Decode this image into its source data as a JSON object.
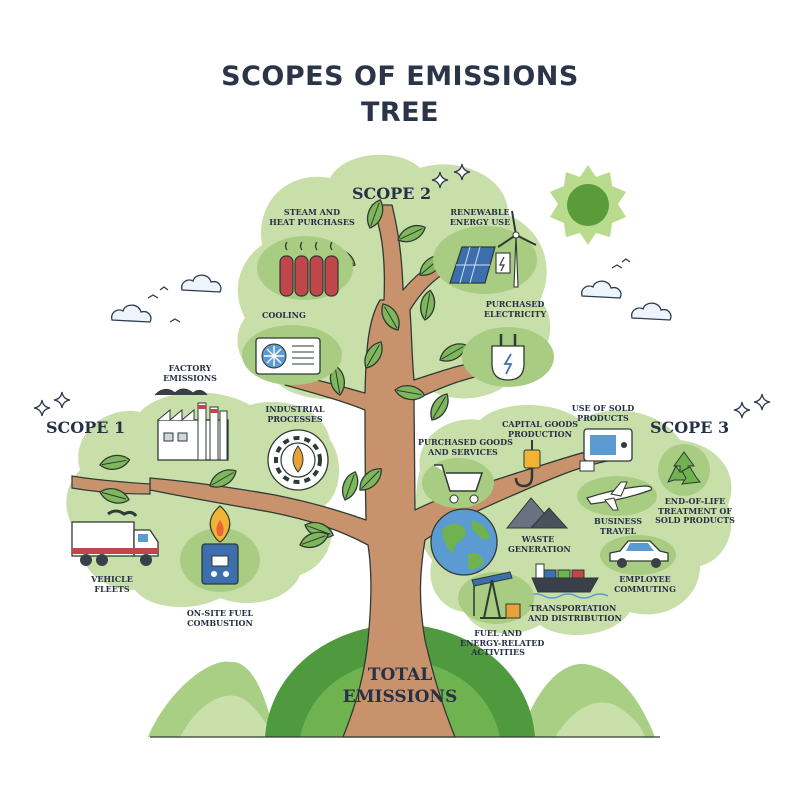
{
  "title": {
    "line1": "SCOPES OF EMISSIONS",
    "line2": "TREE"
  },
  "trunk_label": {
    "line1": "TOTAL",
    "line2": "EMISSIONS"
  },
  "scopes": {
    "scope1": {
      "title": "SCOPE 1",
      "items": {
        "factory_emissions": [
          "FACTORY",
          "EMISSIONS"
        ],
        "industrial_processes": [
          "INDUSTRIAL",
          "PROCESSES"
        ],
        "vehicle_fleets": [
          "VEHICLE",
          "FLEETS"
        ],
        "onsite_fuel": [
          "ON-SITE FUEL",
          "COMBUSTION"
        ]
      }
    },
    "scope2": {
      "title": "SCOPE 2",
      "items": {
        "steam_heat": [
          "STEAM AND",
          "HEAT PURCHASES"
        ],
        "renewable": [
          "RENEWABLE",
          "ENERGY USE"
        ],
        "cooling": [
          "COOLING"
        ],
        "purchased_electricity": [
          "PURCHASED",
          "ELECTRICITY"
        ]
      }
    },
    "scope3": {
      "title": "SCOPE 3",
      "items": {
        "use_of_sold": [
          "USE OF SOLD",
          "PRODUCTS"
        ],
        "capital_goods": [
          "CAPITAL GOODS",
          "PRODUCTION"
        ],
        "purchased_goods": [
          "PURCHASED GOODS",
          "AND SERVICES"
        ],
        "end_of_life": [
          "END-OF-LIFE",
          "TREATMENT OF",
          "SOLD PRODUCTS"
        ],
        "business_travel": [
          "BUSINESS",
          "TRAVEL"
        ],
        "waste": [
          "WASTE",
          "GENERATION"
        ],
        "employee_commuting": [
          "EMPLOYEE",
          "COMMUTING"
        ],
        "transportation": [
          "TRANSPORTATION",
          "AND DISTRIBUTION"
        ],
        "fuel_energy": [
          "FUEL AND",
          "ENERGY-RELATED",
          "ACTIVITIES"
        ]
      }
    }
  },
  "icons": [
    "sun-icon",
    "cloud-icon",
    "bird-icon",
    "sparkle-icon",
    "radiator-icon",
    "solar-wind-icon",
    "air-conditioner-icon",
    "plug-icon",
    "factory-icon",
    "gear-drop-icon",
    "truck-icon",
    "flame-burner-icon",
    "earth-icon",
    "cart-icon",
    "crane-hook-icon",
    "computer-icon",
    "recycle-icon",
    "airplane-icon",
    "waste-pile-icon",
    "car-icon",
    "cargo-ship-icon",
    "oil-pump-icon"
  ],
  "colors": {
    "title": "#2b3448",
    "label": "#263046",
    "foliage": "#c9dfaa",
    "foliage_dark": "#a8cd82",
    "leaf": "#7fb75c",
    "trunk": "#c8936c",
    "hill": "#4f9a3f",
    "sun": "#93c35b"
  }
}
